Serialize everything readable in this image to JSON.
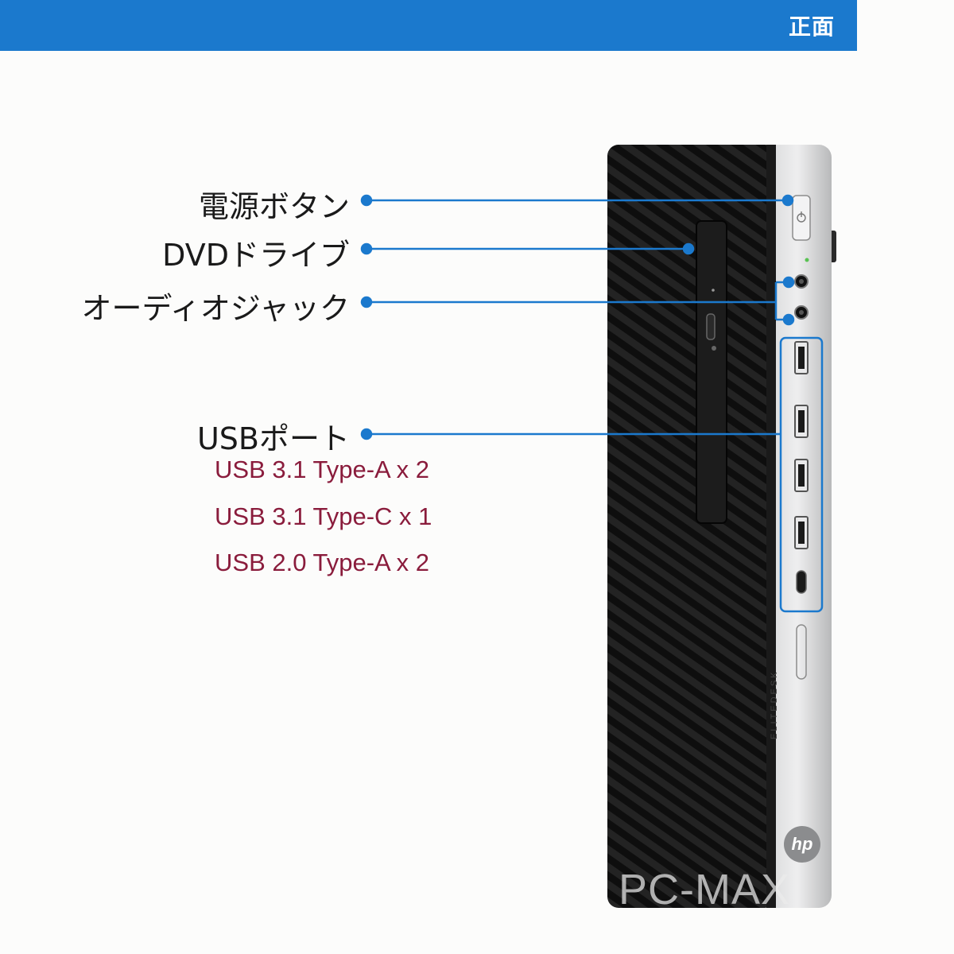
{
  "header": {
    "title": "正面"
  },
  "callouts": {
    "power": "電源ボタン",
    "dvd": "DVDドライブ",
    "audio": "オーディオジャック",
    "usb": "USBポート"
  },
  "usb_specs": [
    "USB 3.1 Type-A  x 2",
    "USB 3.1 Type-C  x 1",
    "USB 2.0 Type-A  x 2"
  ],
  "device": {
    "model_text": "ELITEDESK",
    "logo_text": "hp"
  },
  "watermark": "PC-MAX",
  "colors": {
    "accent": "#1b79cd",
    "spec_text": "#8a1c3c",
    "case": "#1e1e1e",
    "panel": "#c9cacb"
  }
}
